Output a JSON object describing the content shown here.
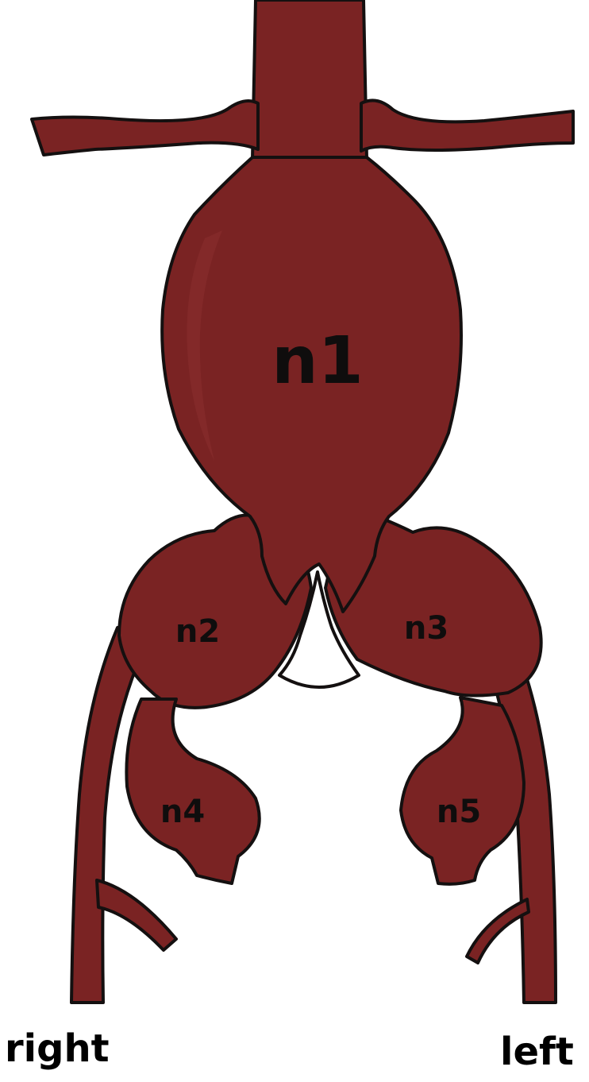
{
  "diagram": {
    "colors": {
      "vessel_fill": "#7a2323",
      "outline": "#141010",
      "background": "#ffffff"
    },
    "regions": [
      {
        "id": "n1",
        "label": "n1"
      },
      {
        "id": "n2",
        "label": "n2"
      },
      {
        "id": "n3",
        "label": "n3"
      },
      {
        "id": "n4",
        "label": "n4"
      },
      {
        "id": "n5",
        "label": "n5"
      }
    ],
    "sides": {
      "right": "right",
      "left": "left"
    }
  }
}
